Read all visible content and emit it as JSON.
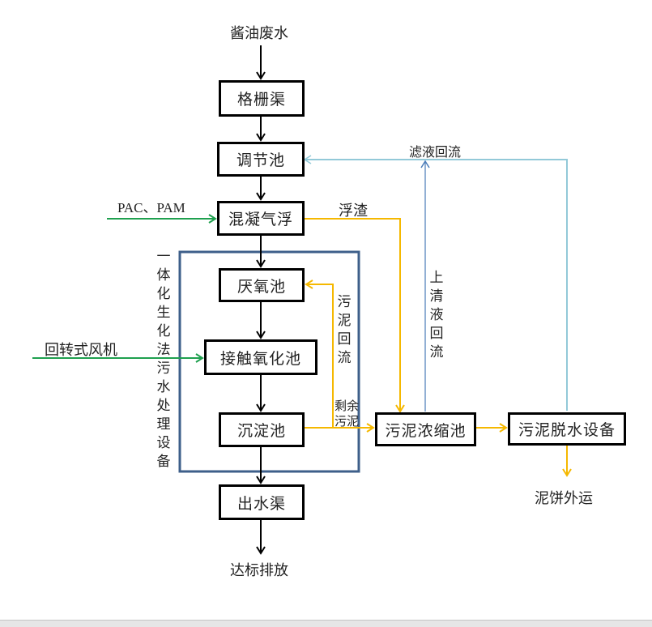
{
  "colors": {
    "main_flow": "#000000",
    "chemical_input": "#1fa04f",
    "sludge_flow": "#f5b800",
    "filtrate_return": "#92c9d8",
    "supernatant_return": "#4a7cb8",
    "integrated_unit_border": "#3e5f8a"
  },
  "labels": {
    "source": "酱油废水",
    "discharge": "达标排放",
    "chemicals": "PAC、PAM",
    "blower": "回转式风机",
    "scum": "浮渣",
    "filtrate_return": "滤液回流",
    "supernatant_return": "上清液回流",
    "sludge_return": "污泥回流",
    "excess_sludge": "剩余污泥",
    "cake_out": "泥饼外运",
    "integrated_unit": "一体化生化法污水处理设备"
  },
  "nodes": {
    "screen_channel": "格栅渠",
    "equalization_tank": "调节池",
    "coag_flotation": "混凝气浮",
    "anaerobic_tank": "厌氧池",
    "contact_oxidation": "接触氧化池",
    "sedimentation": "沉淀池",
    "outlet_channel": "出水渠",
    "sludge_thickener": "污泥浓缩池",
    "sludge_dewatering": "污泥脱水设备"
  }
}
